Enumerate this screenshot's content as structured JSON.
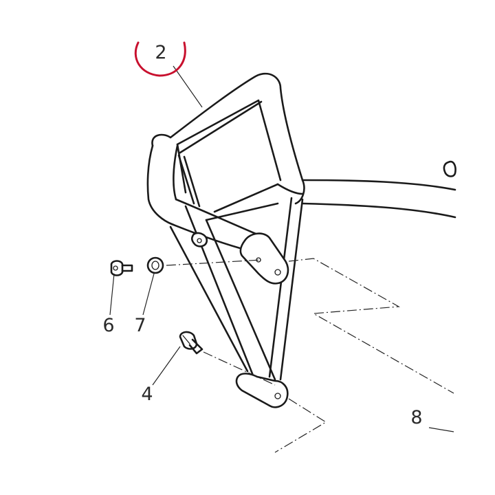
{
  "diagram": {
    "highlight_color": "#c8102e",
    "line_color": "#1a1a1a",
    "callouts": [
      {
        "id": "2",
        "label": "2",
        "highlighted": true
      },
      {
        "id": "6",
        "label": "6"
      },
      {
        "id": "7",
        "label": "7"
      },
      {
        "id": "4",
        "label": "4"
      },
      {
        "id": "8",
        "label": "8"
      }
    ]
  }
}
